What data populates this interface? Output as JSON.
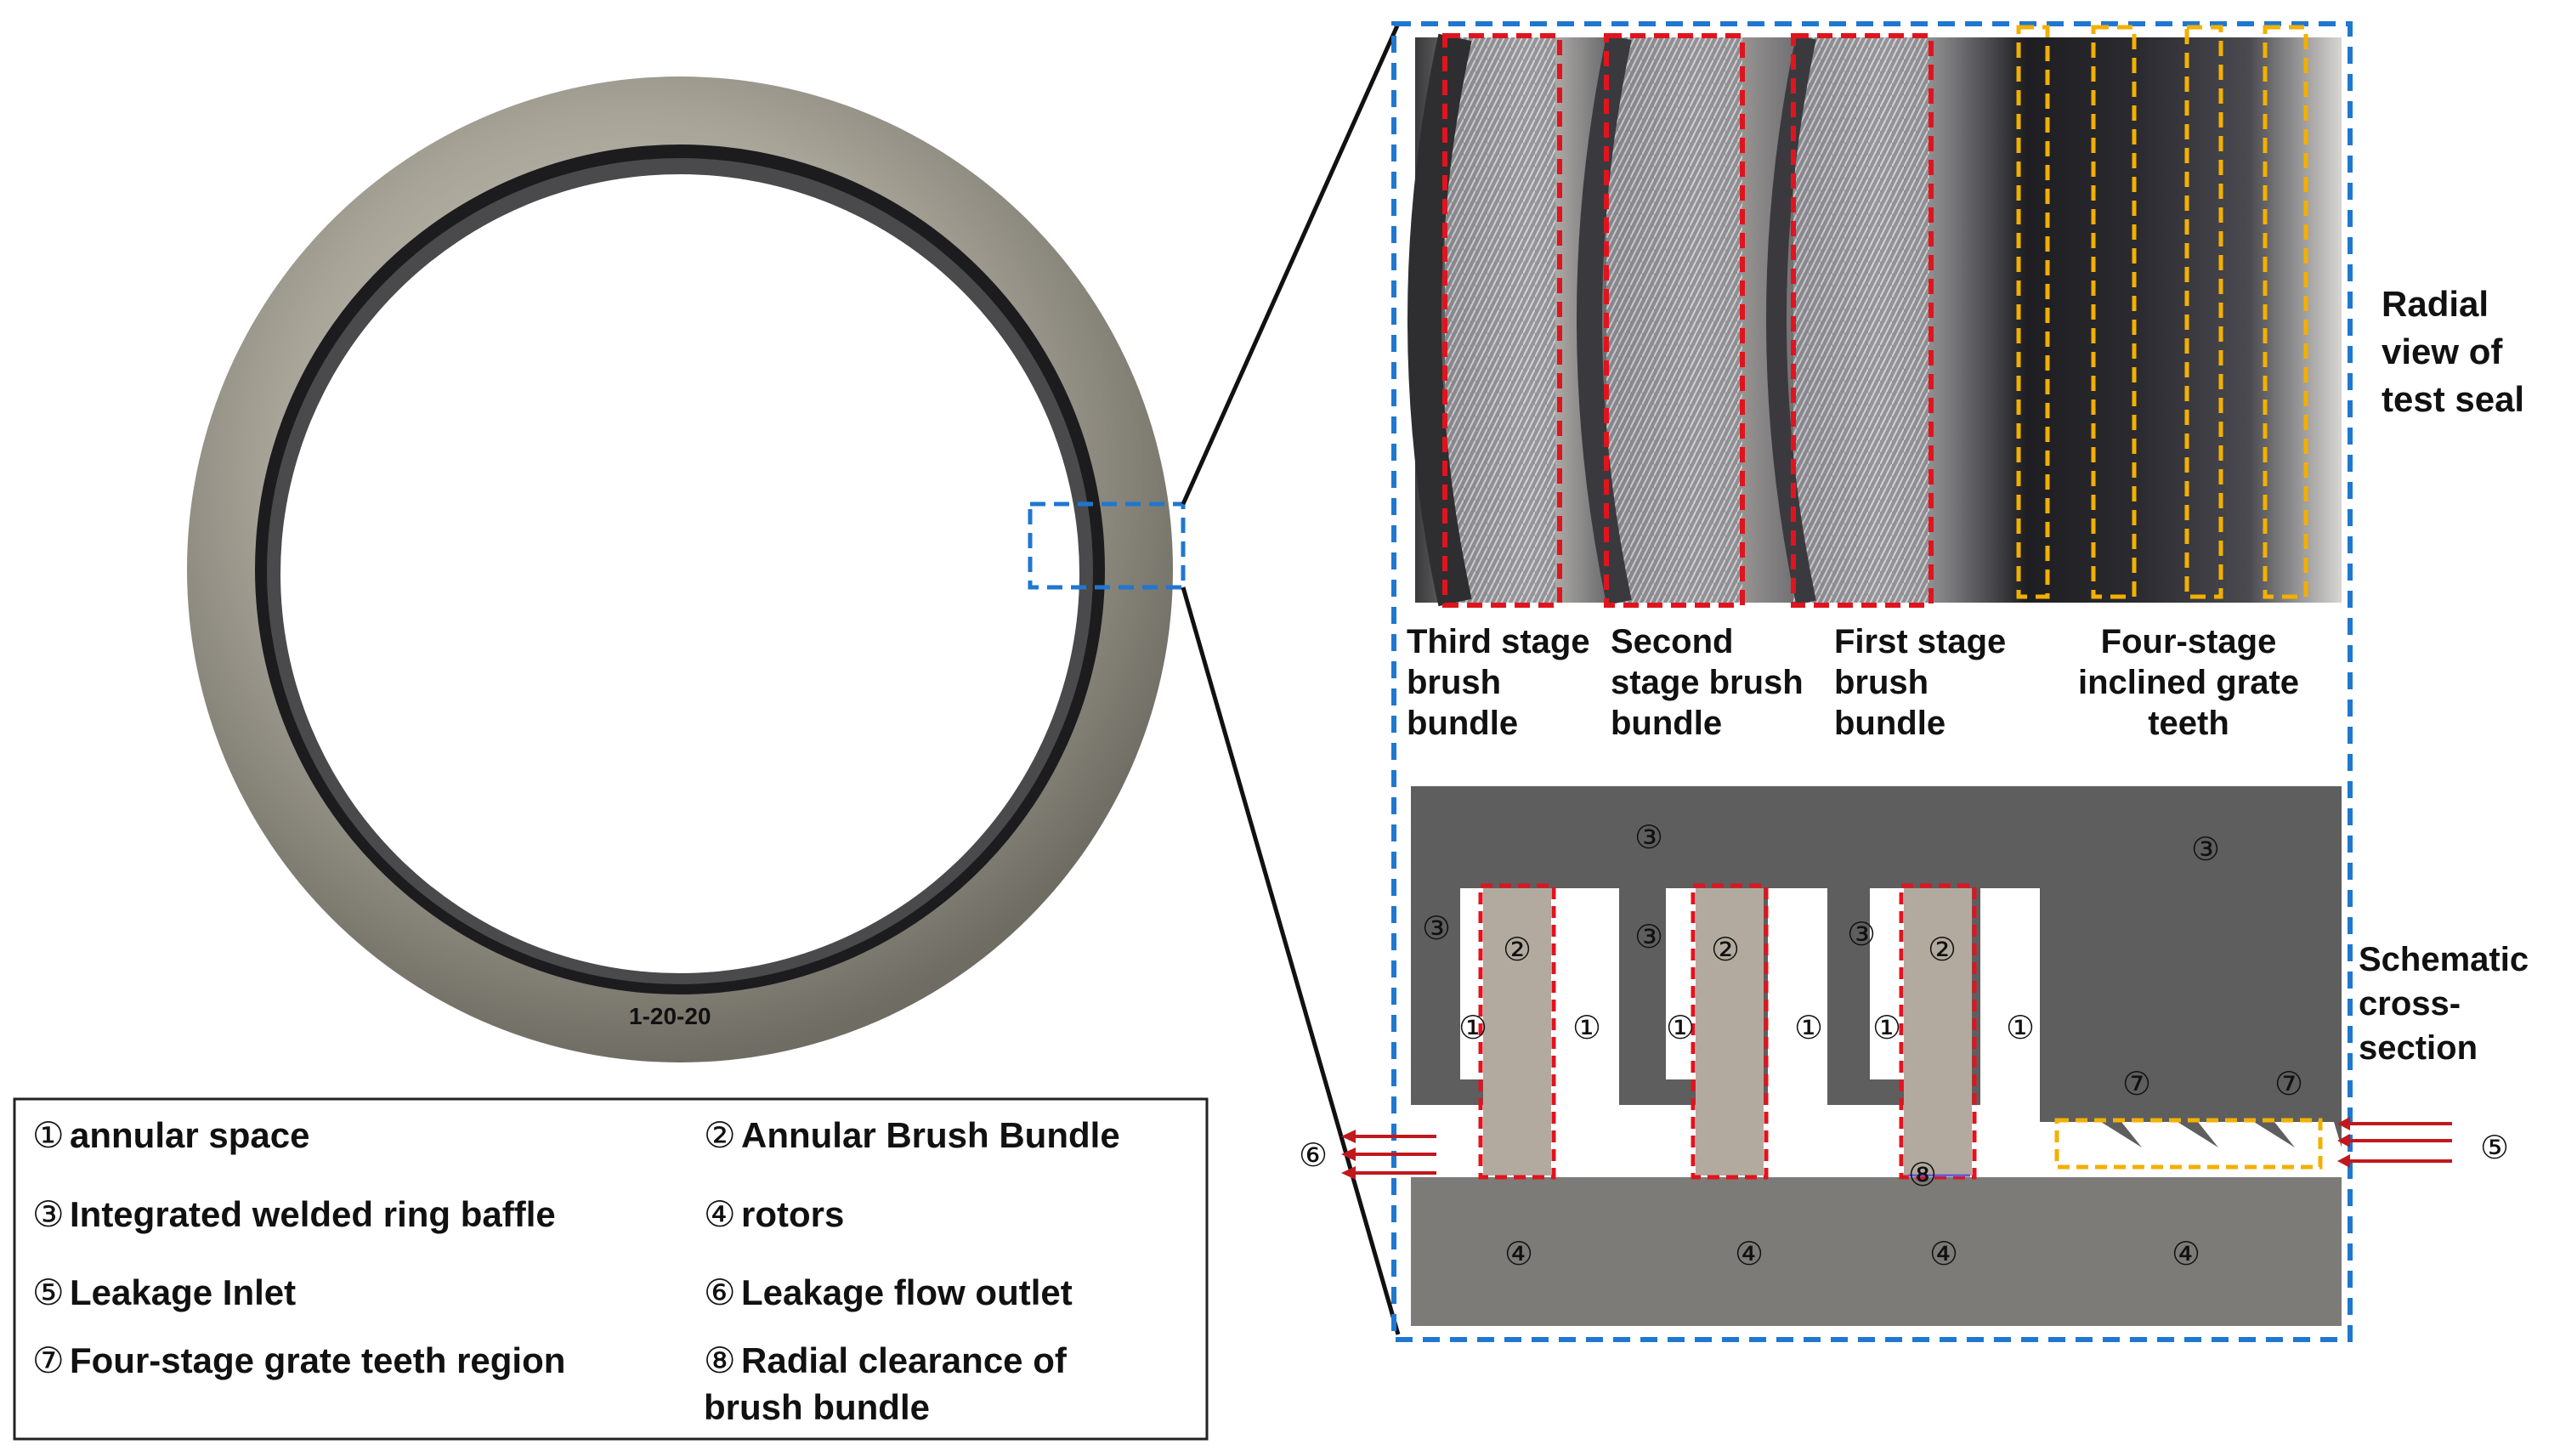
{
  "photo": {
    "marking_text": "1-20-20"
  },
  "legend": {
    "items": [
      {
        "marker": "①",
        "text": "annular space"
      },
      {
        "marker": "②",
        "text": "Annular Brush Bundle"
      },
      {
        "marker": "③",
        "text": "Integrated welded ring baffle"
      },
      {
        "marker": "④",
        "text": "rotors"
      },
      {
        "marker": "⑤",
        "text": "Leakage Inlet"
      },
      {
        "marker": "⑥",
        "text": "Leakage flow outlet"
      },
      {
        "marker": "⑦",
        "text": "Four-stage grate teeth region"
      },
      {
        "marker": "⑧",
        "text": "Radial clearance of"
      },
      {
        "marker": "",
        "text": "brush bundle"
      }
    ]
  },
  "radial_view": {
    "title_lines": [
      "Radial",
      "view of",
      "test seal"
    ],
    "labels": [
      {
        "lines": [
          "Third stage",
          "brush",
          "bundle"
        ]
      },
      {
        "lines": [
          "Second",
          "stage brush",
          "bundle"
        ]
      },
      {
        "lines": [
          "First stage",
          "brush",
          "bundle"
        ]
      },
      {
        "lines": [
          "Four-stage",
          "inclined grate",
          "teeth"
        ]
      }
    ]
  },
  "cross_section": {
    "title_lines": [
      "Schematic",
      "cross-",
      "section"
    ],
    "markers": {
      "annular_space": "①",
      "brush_bundle": "②",
      "baffle": "③",
      "rotor": "④",
      "inlet": "⑤",
      "outlet": "⑥",
      "teeth": "⑦",
      "clearance": "⑧"
    }
  },
  "colors": {
    "highlight_box": "#1f77d0",
    "brush_box": "#e0141e",
    "teeth_box": "#f2b000",
    "flow_arrow": "#c0181e",
    "stator": "#5e5e5e",
    "rotor": "#7d7b77",
    "brush": "#b3aa9f"
  }
}
